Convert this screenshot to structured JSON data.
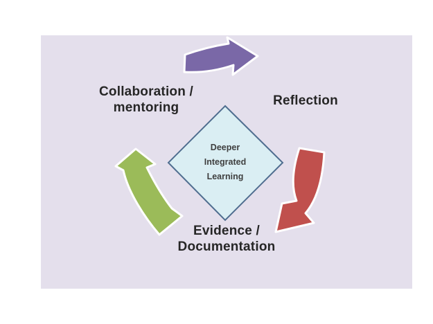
{
  "slide": {
    "labels": {
      "collaboration": {
        "line1": "Collaboration /",
        "line2": "mentoring"
      },
      "reflection": {
        "line1": "Reflection"
      },
      "evidence": {
        "line1": "Evidence /",
        "line2": "Documentation"
      }
    },
    "center_diamond": {
      "line1": "Deeper",
      "line2": "Integrated",
      "line3": "Learning"
    },
    "icons": {
      "top_arrow": "curved-right-arrow-purple",
      "right_arrow": "curved-down-left-arrow-red",
      "left_arrow": "curved-up-arrow-green"
    },
    "colors": {
      "page_bg": "#ffffff",
      "slide_bg": "#e4dfec",
      "arrow_purple": "#7a68a7",
      "arrow_red": "#c0504d",
      "arrow_green": "#9bbb59",
      "arrow_outline": "#ffffff",
      "diamond_fill": "#daeef3",
      "diamond_border": "#4f6d8f",
      "label_text": "#262626",
      "center_text": "#3f3f3f"
    }
  }
}
